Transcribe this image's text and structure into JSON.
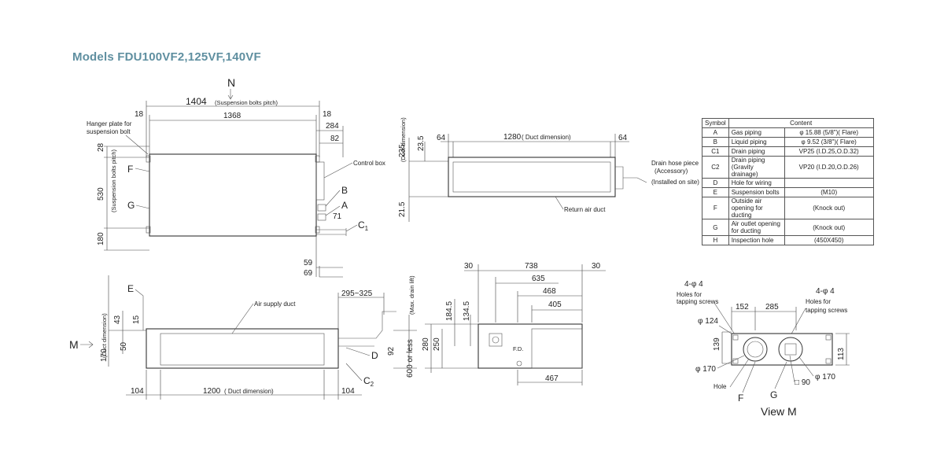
{
  "title": "Models FDU100VF2,125VF,140VF",
  "top_view": {
    "north": "N",
    "dim_1404": "1404",
    "suspension_pitch": "(Suspension bolts pitch)",
    "dim_18a": "18",
    "dim_18b": "18",
    "dim_1368": "1368",
    "dim_284": "284",
    "dim_82": "82",
    "dim_28": "28",
    "dim_530": "530",
    "dim_180": "180",
    "hanger_plate": "Hanger plate for suspension bolt",
    "suspension_pitch_v": "(Suspension bolts pitch)",
    "control_box": "Control box",
    "label_F": "F",
    "label_G": "G",
    "label_B": "B",
    "label_A": "A",
    "label_C1": "C",
    "label_C1_sub": "1",
    "dim_71": "71",
    "dim_59": "59",
    "dim_69": "69"
  },
  "side_view": {
    "duct_dim_v": "(Duct dimension)",
    "dim_235": "235",
    "dim_23_5": "23.5",
    "dim_21_5": "21.5",
    "dim_64a": "64",
    "dim_64b": "64",
    "dim_1280": "1280",
    "duct_dim": "( Duct dimension)",
    "drain_hose": "Drain hose piece",
    "accessory": "(Accessory)",
    "installed": "(Installed on site)",
    "return_air": "Return air duct"
  },
  "front_view": {
    "label_E": "E",
    "duct_dim_v": "(Duct dimension)",
    "dim_170": "170",
    "dim_43": "43",
    "dim_15": "15",
    "dim_50": "50",
    "label_M": "M",
    "air_supply": "Air supply duct",
    "dim_295_325": "295~325",
    "max_drain_lift": "(Max. drain lift)",
    "dim_600": "600 or less",
    "dim_92": "92",
    "label_D": "D",
    "label_C2": "C",
    "label_C2_sub": "2",
    "dim_104a": "104",
    "dim_1200": "1200",
    "duct_dim": "( Duct dimension)",
    "dim_104b": "104"
  },
  "end_view": {
    "dim_30a": "30",
    "dim_738": "738",
    "dim_30b": "30",
    "dim_635": "635",
    "dim_468": "468",
    "dim_405": "405",
    "dim_184_5": "184.5",
    "dim_134_5": "134.5",
    "dim_280": "280",
    "dim_250": "250",
    "dim_467": "467"
  },
  "view_m": {
    "holes_4phi4a": "4-φ 4",
    "holes_tapping_a": "Holes for tapping screws",
    "holes_4phi4b": "4-φ 4",
    "holes_tapping_b": "Holes for tapping screws",
    "dim_152": "152",
    "dim_285": "285",
    "dim_phi124": "φ 124",
    "dim_139": "139",
    "dim_113": "113",
    "dim_phi170a": "φ 170",
    "dim_phi170b": "φ 170",
    "dim_sq90": "□ 90",
    "hole": "Hole",
    "label_F": "F",
    "label_G": "G",
    "caption": "View M"
  },
  "table": {
    "header_symbol": "Symbol",
    "header_content": "Content",
    "rows": [
      {
        "symbol": "A",
        "item": "Gas piping",
        "content": "φ 15.88  (5/8\")( Flare)"
      },
      {
        "symbol": "B",
        "item": "Liquid piping",
        "content": "φ 9.52  (3/8\")( Flare)"
      },
      {
        "symbol": "C1",
        "item": "Drain piping",
        "content": "VP25  (I.D.25,O.D.32)"
      },
      {
        "symbol": "C2",
        "item": "Drain piping (Gravity drainage)",
        "content": "VP20  (I.D.20,O.D.26)"
      },
      {
        "symbol": "D",
        "item": "Hole for wiring",
        "content": ""
      },
      {
        "symbol": "E",
        "item": "Suspension bolts",
        "content": "(M10)"
      },
      {
        "symbol": "F",
        "item": "Outside air opening for ducting",
        "content": "(Knock out)"
      },
      {
        "symbol": "G",
        "item": "Air outlet opening for ducting",
        "content": "(Knock out)"
      },
      {
        "symbol": "H",
        "item": "Inspection hole",
        "content": "(450X450)"
      }
    ]
  }
}
